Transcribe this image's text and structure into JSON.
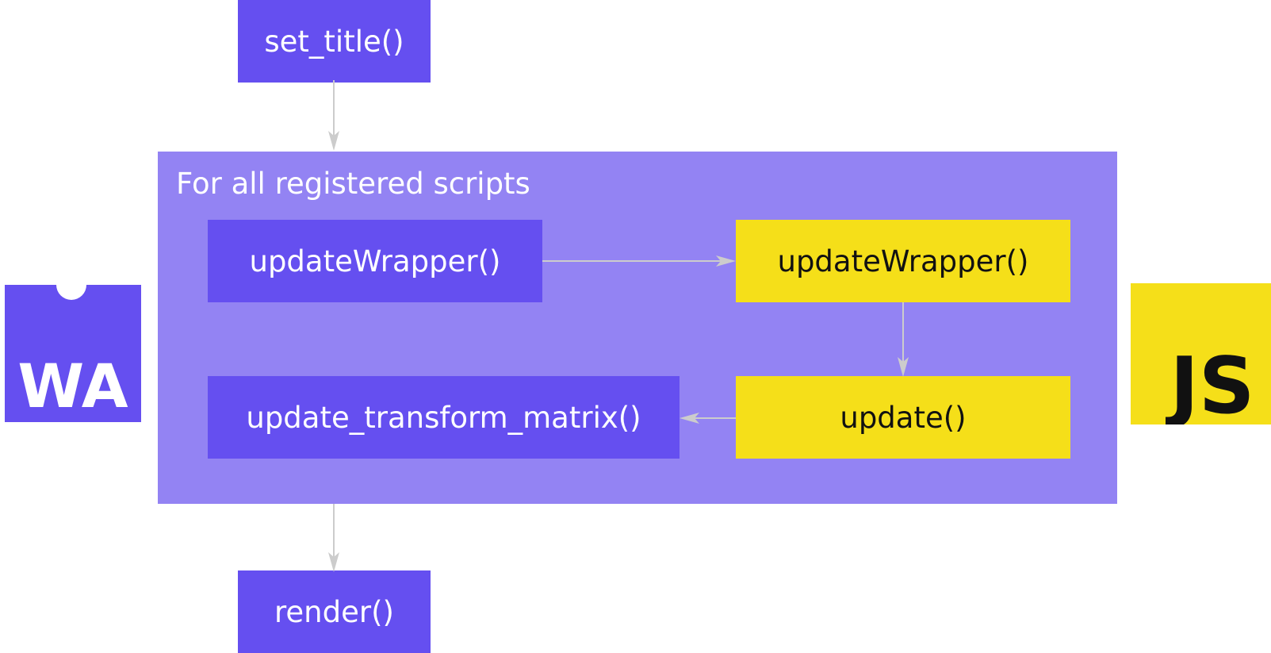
{
  "diagram": {
    "top_call": "set_title()",
    "loop_group": {
      "label": "For all registered scripts",
      "wasm_update_wrapper": "updateWrapper()",
      "js_update_wrapper": "updateWrapper()",
      "js_update": "update()",
      "wasm_update_transform": "update_transform_matrix()"
    },
    "bottom_call": "render()"
  },
  "logos": {
    "webassembly": "WA",
    "javascript": "JS"
  },
  "colors": {
    "wasm": "#654ff0",
    "group": "#9383f3",
    "js": "#f5df19",
    "arrow": "#cccccc",
    "text_light": "#ffffff",
    "text_dark": "#111111"
  }
}
